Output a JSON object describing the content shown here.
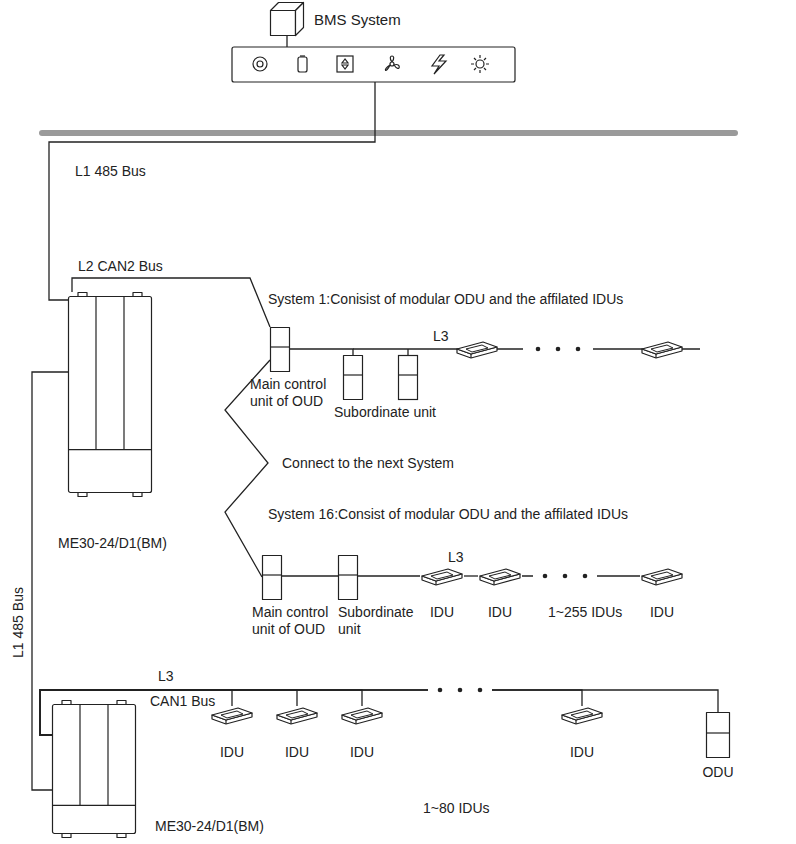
{
  "diagram": {
    "nodes": [
      {
        "text": [
          "BMS System"
        ]
      },
      {
        "text": [
          "ME30-24/D1(BM)"
        ]
      },
      {
        "text": [
          "Main control unit of OUD"
        ]
      },
      {
        "text": [
          "Subordinate unit"
        ]
      },
      {
        "text": [
          "Main control unit of OUD"
        ]
      },
      {
        "text": [
          "Subordinate unit"
        ]
      },
      {
        "text": [
          "IDU"
        ]
      },
      {
        "text": [
          "IDU"
        ]
      },
      {
        "text": [
          "IDU"
        ]
      },
      {
        "text": [
          "ME30-24/D1(BM)"
        ]
      },
      {
        "text": [
          "IDU"
        ]
      },
      {
        "text": [
          "IDU"
        ]
      },
      {
        "text": [
          "IDU"
        ]
      },
      {
        "text": [
          "IDU"
        ]
      },
      {
        "text": [
          "ODU"
        ]
      }
    ],
    "edges": [
      {
        "from": 1,
        "to": 9,
        "arrow": "none"
      },
      {
        "from": 1,
        "to": 2,
        "arrow": "none"
      },
      {
        "from": 2,
        "to": 4,
        "label": "Connect to the next System",
        "arrow": "none"
      },
      {
        "from": 2,
        "to": 3,
        "arrow": "none"
      },
      {
        "from": 4,
        "to": 5,
        "arrow": "none"
      },
      {
        "from": 5,
        "to": 6,
        "arrow": "none"
      },
      {
        "from": 6,
        "to": 7,
        "arrow": "none"
      },
      {
        "from": 7,
        "to": 8,
        "arrow": "none"
      },
      {
        "from": 9,
        "to": 10,
        "arrow": "none"
      },
      {
        "from": 9,
        "to": 11,
        "arrow": "none"
      },
      {
        "from": 9,
        "to": 12,
        "arrow": "none"
      },
      {
        "from": 9,
        "to": 13,
        "arrow": "none"
      },
      {
        "from": 9,
        "to": 14,
        "arrow": "none"
      }
    ],
    "labels": [
      "L1 485 Bus",
      "L2 CAN2 Bus",
      "System 1:Conisist of modular ODU and the affilated IDUs",
      "L3",
      "System 16:Consist of modular ODU and the affilated IDUs",
      "L3",
      "1~255 IDUs",
      "L1 485 Bus",
      "L3",
      "CAN1 Bus",
      "1~80 IDUs"
    ]
  }
}
